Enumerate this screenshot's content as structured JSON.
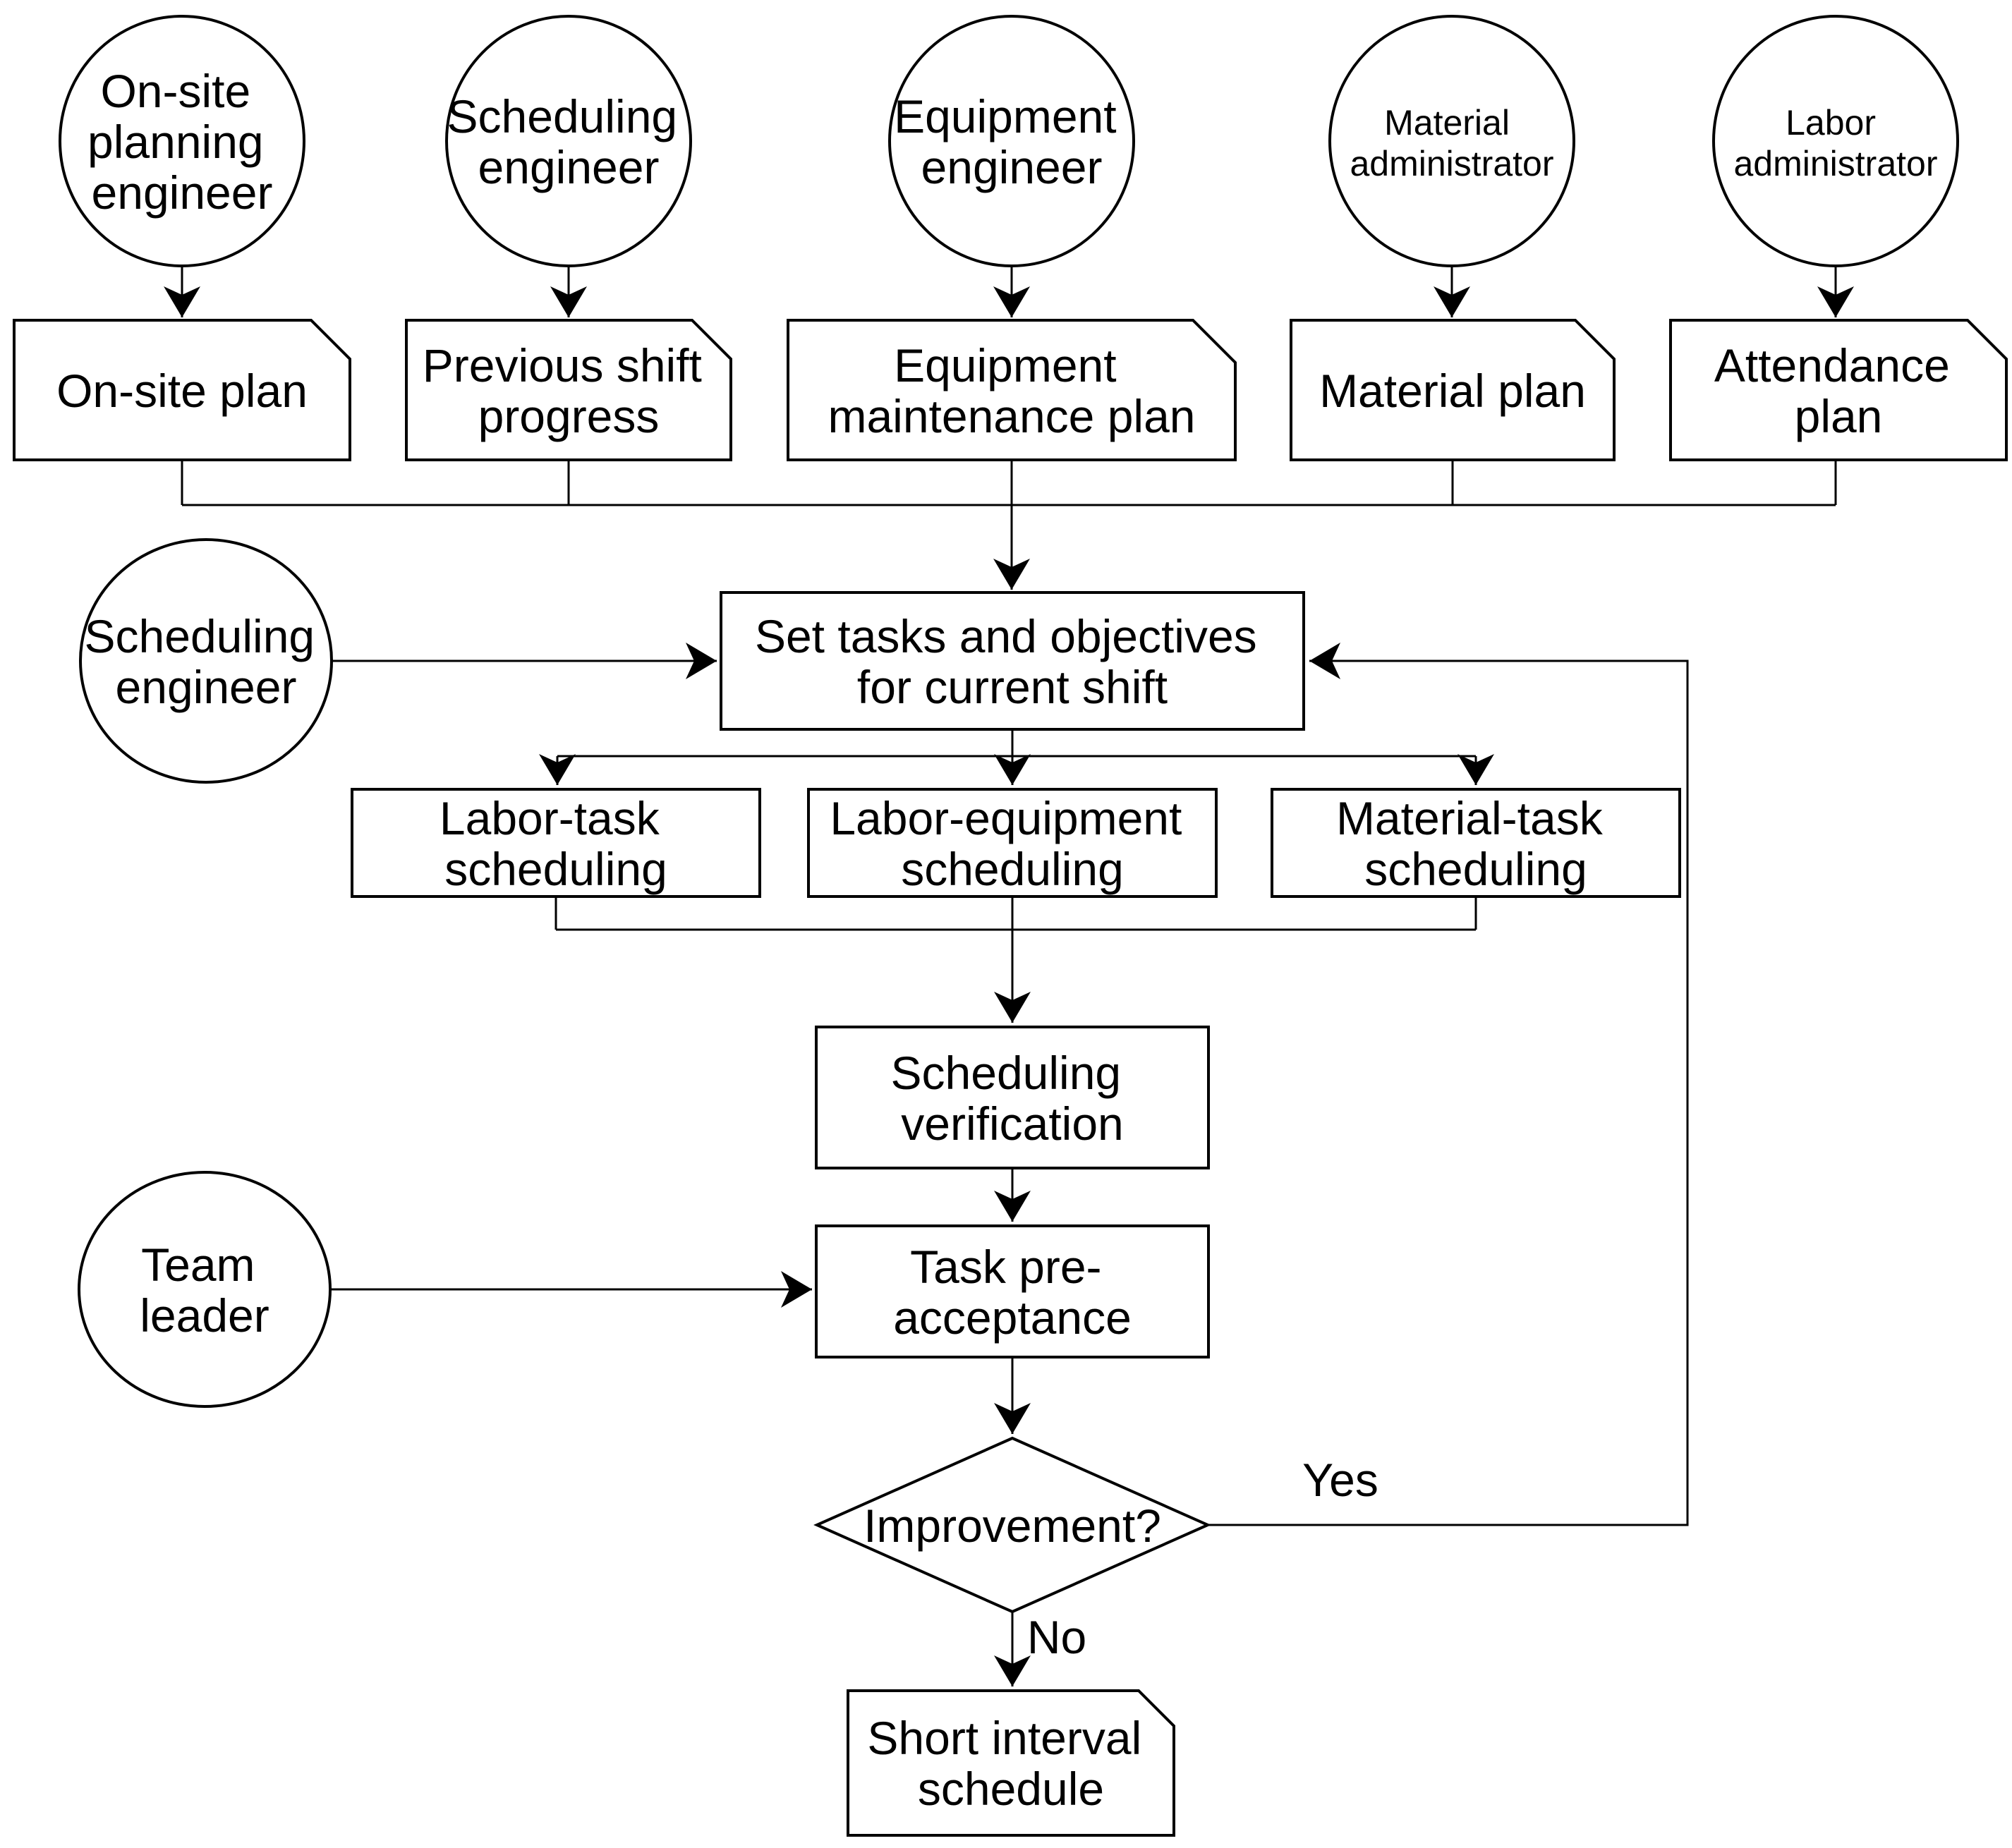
{
  "diagram": {
    "colors": {
      "stroke": "#000000",
      "fill": "#ffffff",
      "text": "#000000",
      "background": "#ffffff"
    },
    "actors": {
      "onsite_planning": {
        "lines": [
          "On-site",
          "planning",
          "engineer"
        ]
      },
      "scheduling_top": {
        "lines": [
          "Scheduling",
          "engineer"
        ]
      },
      "equipment": {
        "lines": [
          "Equipment",
          "engineer"
        ]
      },
      "material_admin": {
        "lines": [
          "Material",
          "administrator"
        ]
      },
      "labor_admin": {
        "lines": [
          "Labor",
          "administrator"
        ]
      },
      "scheduling_mid": {
        "lines": [
          "Scheduling",
          "engineer"
        ]
      },
      "team_leader": {
        "lines": [
          "Team",
          "leader"
        ]
      }
    },
    "artifacts": {
      "onsite_plan": {
        "lines": [
          "On-site plan"
        ]
      },
      "previous_shift_progress": {
        "lines": [
          "Previous shift",
          "progress"
        ]
      },
      "equipment_maintenance_plan": {
        "lines": [
          "Equipment",
          "maintenance plan"
        ]
      },
      "material_plan": {
        "lines": [
          "Material plan"
        ]
      },
      "attendance_plan": {
        "lines": [
          "Attendance",
          "plan"
        ]
      },
      "short_interval_schedule": {
        "lines": [
          "Short interval",
          "schedule"
        ]
      }
    },
    "processes": {
      "set_tasks": {
        "lines": [
          "Set tasks and objectives",
          "for current shift"
        ]
      },
      "labor_task": {
        "lines": [
          "Labor-task",
          "scheduling"
        ]
      },
      "labor_equipment": {
        "lines": [
          "Labor-equipment",
          "scheduling"
        ]
      },
      "material_task": {
        "lines": [
          "Material-task",
          "scheduling"
        ]
      },
      "scheduling_verification": {
        "lines": [
          "Scheduling",
          "verification"
        ]
      },
      "task_pre_acceptance": {
        "lines": [
          "Task pre-",
          "acceptance"
        ]
      }
    },
    "decision": {
      "improvement": {
        "label": "Improvement?"
      }
    },
    "edge_labels": {
      "yes": "Yes",
      "no": "No"
    }
  }
}
